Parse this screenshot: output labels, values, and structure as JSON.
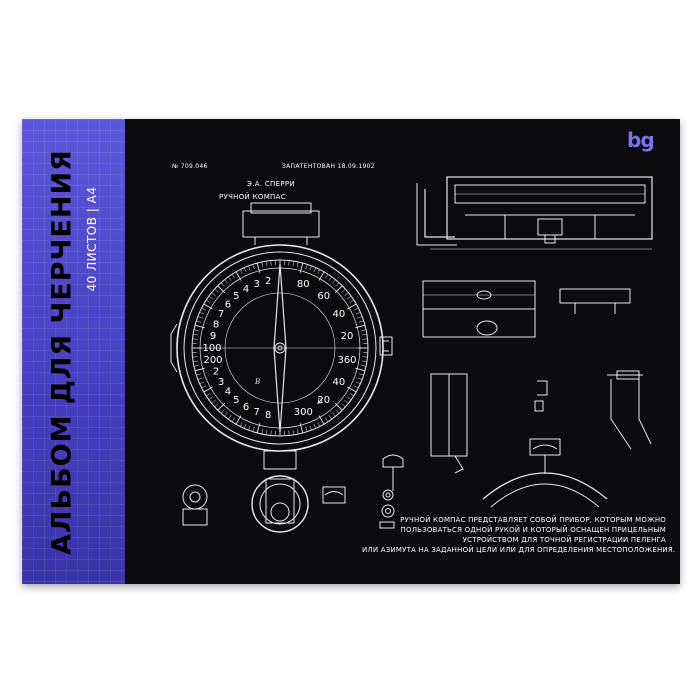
{
  "cover": {
    "title": "АЛЬБОМ ДЛЯ ЧЕРЧЕНИЯ",
    "subtitle": "40 ЛИСТОВ | А4",
    "logo": "bg",
    "accent_color": "#4a44c8",
    "logo_color": "#7b72f0",
    "background_color": "#0b0b0d"
  },
  "patent": {
    "number": "№ 709.046",
    "patented": "ЗАПАТЕНТОВАН 18.09.1902",
    "author": "Э.А. СПЕРРИ",
    "name": "РУЧНОЙ КОМПАС"
  },
  "dial": {
    "left_numbers": [
      "2",
      "3",
      "4",
      "5",
      "6",
      "7",
      "8",
      "9",
      "100",
      "200",
      "2",
      "3",
      "4",
      "5",
      "6",
      "7",
      "8"
    ],
    "right_numbers": [
      "80",
      "60",
      "40",
      "20",
      "360",
      "40",
      "20",
      "300"
    ],
    "letters": [
      "B",
      "D"
    ]
  },
  "description": {
    "lines": [
      "РУЧНОЙ КОМПАС ПРЕДСТАВЛЯЕТ СОБОЙ ПРИБОР, КОТОРЫМ МОЖНО",
      "ПОЛЬЗОВАТЬСЯ ОДНОЙ РУКОЙ И КОТОРЫЙ ОСНАЩЕН ПРИЦЕЛЬНЫМ",
      "УСТРОЙСТВОМ ДЛЯ ТОЧНОЙ РЕГИСТРАЦИИ ПЕЛЕНГА",
      "ИЛИ АЗИМУТА НА ЗАДАННОЙ ЦЕЛИ ИЛИ ДЛЯ ОПРЕДЕЛЕНИЯ МЕСТОПОЛОЖЕНИЯ."
    ]
  }
}
